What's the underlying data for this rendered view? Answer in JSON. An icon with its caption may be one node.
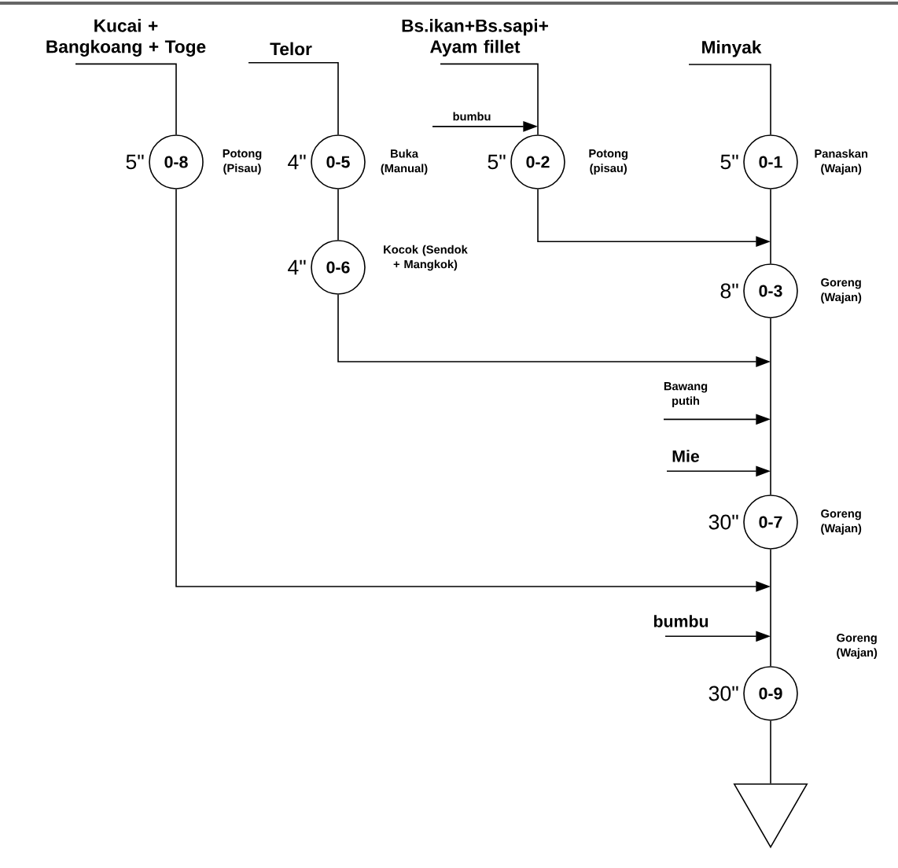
{
  "diagram": {
    "nodes": [
      {
        "text": [
          "Kucai + Bangkoang + Toge"
        ]
      },
      {
        "text": [
          "Telor"
        ]
      },
      {
        "text": [
          "Bs.ikan+Bs.sapi+ Ayam fillet"
        ]
      },
      {
        "text": [
          "Minyak"
        ]
      },
      {
        "text": [
          "bumbu"
        ]
      },
      {
        "text": [
          "0-8"
        ],
        "beside": [
          "5\"",
          "Potong (Pisau)"
        ]
      },
      {
        "text": [
          "0-5"
        ],
        "beside": [
          "4\"",
          "Buka (Manual)"
        ]
      },
      {
        "text": [
          "0-2"
        ],
        "beside": [
          "5\"",
          "Potong (pisau)"
        ]
      },
      {
        "text": [
          "0-1"
        ],
        "beside": [
          "5\"",
          "Panaskan (Wajan)"
        ]
      },
      {
        "text": [
          "0-6"
        ],
        "beside": [
          "4\"",
          "Kocok (Sendok + Mangkok)"
        ]
      },
      {
        "text": [
          "0-3"
        ],
        "beside": [
          "8\"",
          "Goreng (Wajan)"
        ]
      },
      {
        "text": [
          "Bawang putih"
        ]
      },
      {
        "text": [
          "Mie"
        ]
      },
      {
        "text": [
          "0-7"
        ],
        "beside": [
          "30\"",
          "Goreng (Wajan)"
        ]
      },
      {
        "text": [
          "bumbu"
        ]
      },
      {
        "text": [
          "0-9"
        ],
        "beside": [
          "30\"",
          "Goreng (Wajan)"
        ]
      },
      {
        "text": [],
        "shape": "triangle"
      }
    ],
    "edges": [
      {
        "from": 0,
        "to": 5,
        "arrow": "none"
      },
      {
        "from": 1,
        "to": 6,
        "arrow": "none"
      },
      {
        "from": 2,
        "to": 7,
        "arrow": "none"
      },
      {
        "from": 3,
        "to": 8,
        "arrow": "none"
      },
      {
        "from": 4,
        "to": 7,
        "arrow": "to"
      },
      {
        "from": 6,
        "to": 9,
        "arrow": "none"
      },
      {
        "from": 7,
        "to": 10,
        "arrow": "to"
      },
      {
        "from": 8,
        "to": 10,
        "arrow": "none"
      },
      {
        "from": 9,
        "to": null,
        "arrow": "to"
      },
      {
        "from": 10,
        "to": 13,
        "arrow": "none"
      },
      {
        "from": 11,
        "to": null,
        "arrow": "to"
      },
      {
        "from": 12,
        "to": null,
        "arrow": "to"
      },
      {
        "from": 5,
        "to": null,
        "arrow": "to"
      },
      {
        "from": 13,
        "to": 15,
        "arrow": "none"
      },
      {
        "from": 14,
        "to": 15,
        "arrow": "to"
      },
      {
        "from": 15,
        "to": 16,
        "arrow": "none"
      }
    ]
  }
}
